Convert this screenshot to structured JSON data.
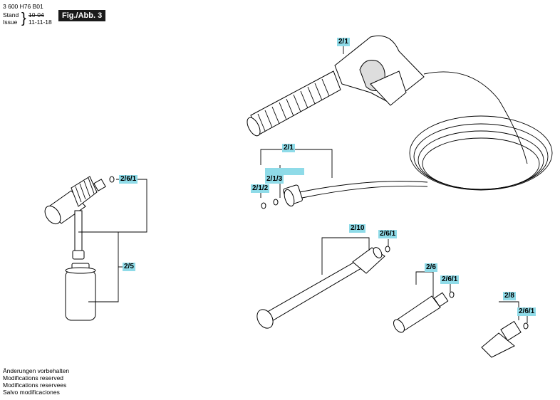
{
  "header": {
    "doc_number": "3 600 H76 B01",
    "stand_label": "Stand",
    "stand_value": "10-04",
    "issue_label": "Issue",
    "issue_value": "11-11-18",
    "figure": "Fig./Abb. 3"
  },
  "labels": {
    "l_2_1_gun": "2/1",
    "l_2_1_conn": "2/1",
    "l_2_1_3": "2/1/3",
    "l_2_1_2": "2/1/2",
    "l_2_6_1_left": "2/6/1",
    "l_2_5": "2/5",
    "l_2_10": "2/10",
    "l_2_6_1_lance": "2/6/1",
    "l_2_6": "2/6",
    "l_2_6_1_nozzle": "2/6/1",
    "l_2_8": "2/8",
    "l_2_6_1_rotary": "2/6/1"
  },
  "notes": [
    "Änderungen vorbehalten",
    "Modifications reserved",
    "Modifications reservees",
    "Salvo modificaciones"
  ],
  "colors": {
    "label_bg": "#8fdbe8",
    "figure_bg": "#1a1a1a"
  }
}
